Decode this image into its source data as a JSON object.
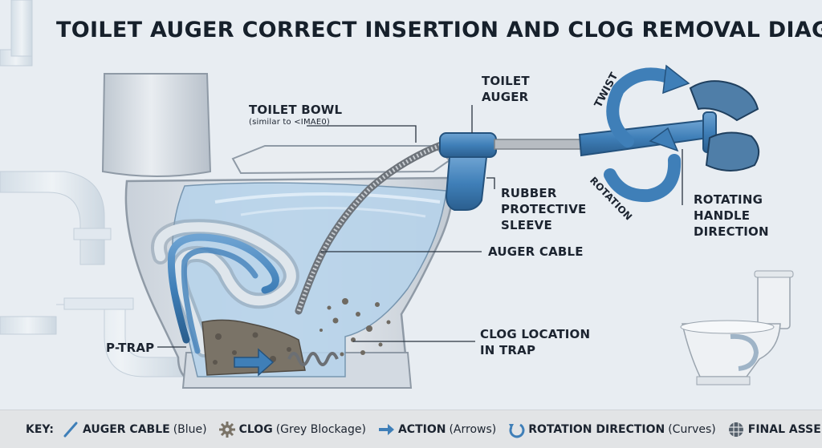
{
  "title": "TOILET AUGER CORRECT INSERTION AND CLOG REMOVAL DIAGRAM",
  "labels": {
    "toilet_bowl": "TOILET BOWL",
    "toilet_bowl_note": "(similar to <IMAE0)",
    "toilet_auger_1": "TOILET",
    "toilet_auger_2": "AUGER",
    "twist": "TWIST",
    "rotation": "ROTATION",
    "sleeve_1": "RUBBER",
    "sleeve_2": "PROTECTIVE",
    "sleeve_3": "SLEEVE",
    "handle_1": "ROTATING",
    "handle_2": "HANDLE",
    "handle_3": "DIRECTION",
    "auger_cable": "AUGER CABLE",
    "clog_1": "CLOG LOCATION",
    "clog_2": "IN TRAP",
    "p_trap": "P-TRAP"
  },
  "key": {
    "label": "KEY:",
    "items": [
      {
        "name": "AUGER CABLE",
        "desc": "(Blue)",
        "icon": "auger-cable-icon"
      },
      {
        "name": "CLOG",
        "desc": "(Grey Blockage)",
        "icon": "clog-gear-icon"
      },
      {
        "name": "ACTION",
        "desc": "(Arrows)",
        "icon": "arrow-right-icon"
      },
      {
        "name": "ROTATION DIRECTION",
        "desc": "(Curves)",
        "icon": "rotation-curve-icon"
      },
      {
        "name": "FINAL ASSEMBLY",
        "desc": "",
        "icon": "grid-globe-icon"
      }
    ]
  },
  "colors": {
    "auger_blue": "#3f7fb8",
    "water": "#a9c9e6",
    "porcelain": "#d9dfe6",
    "clog": "#7a7367",
    "background": "#e8edf2"
  }
}
